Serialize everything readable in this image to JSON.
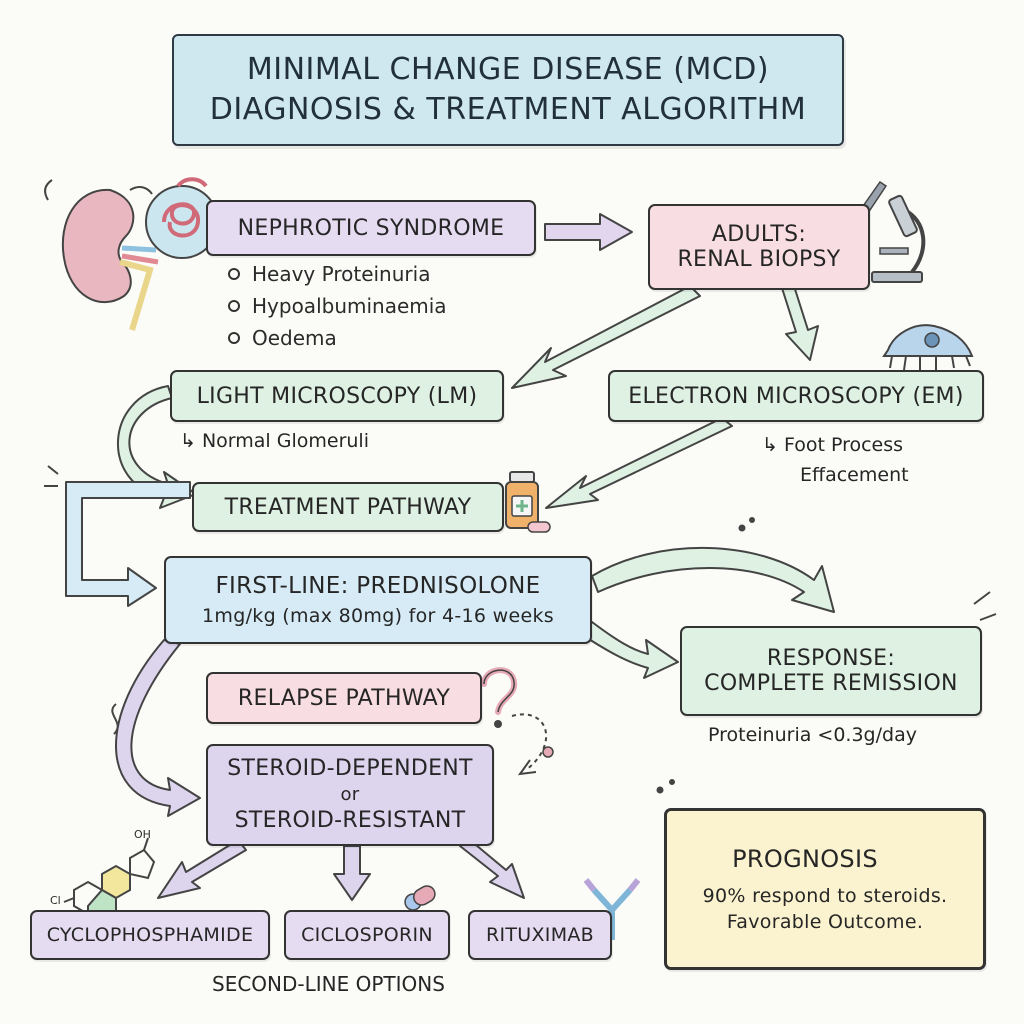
{
  "title": {
    "line1": "MINIMAL CHANGE DISEASE (MCD)",
    "line2": "DIAGNOSIS & TREATMENT ALGORITHM"
  },
  "nephrotic": {
    "label": "NEPHROTIC SYNDROME",
    "bullets": [
      "Heavy Proteinuria",
      "Hypoalbuminaemia",
      "Oedema"
    ]
  },
  "biopsy": {
    "line1": "ADULTS:",
    "line2": "RENAL BIOPSY"
  },
  "light_microscopy": {
    "label": "LIGHT MICROSCOPY (LM)",
    "finding": "Normal Glomeruli"
  },
  "electron_microscopy": {
    "label": "ELECTRON MICROSCOPY (EM)",
    "finding_line1": "Foot Process",
    "finding_line2": "Effacement"
  },
  "treatment": {
    "label": "TREATMENT PATHWAY"
  },
  "first_line": {
    "title": "FIRST-LINE: PREDNISOLONE",
    "dose": "1mg/kg (max 80mg) for 4-16 weeks"
  },
  "response": {
    "line1": "RESPONSE:",
    "line2": "COMPLETE REMISSION",
    "note": "Proteinuria <0.3g/day"
  },
  "relapse": {
    "label": "RELAPSE PATHWAY"
  },
  "steroid": {
    "line1": "STEROID-DEPENDENT",
    "line2": "or",
    "line3": "STEROID-RESISTANT"
  },
  "second_line": {
    "options": [
      "CYCLOPHOSPHAMIDE",
      "CICLOSPORIN",
      "RITUXIMAB"
    ],
    "caption": "SECOND-LINE OPTIONS"
  },
  "prognosis": {
    "title": "PROGNOSIS",
    "line1": "90% respond to steroids.",
    "line2": "Favorable Outcome."
  },
  "molecule": {
    "label_oh": "OH",
    "label_cl": "Cl"
  },
  "colors": {
    "banner": "#cfe8ef",
    "lilac": "#e6dcf2",
    "pink": "#f8dde2",
    "green": "#def1e3",
    "blue": "#d6ebf5",
    "purple": "#ddd4ee",
    "yellow": "#fbf3cf"
  }
}
